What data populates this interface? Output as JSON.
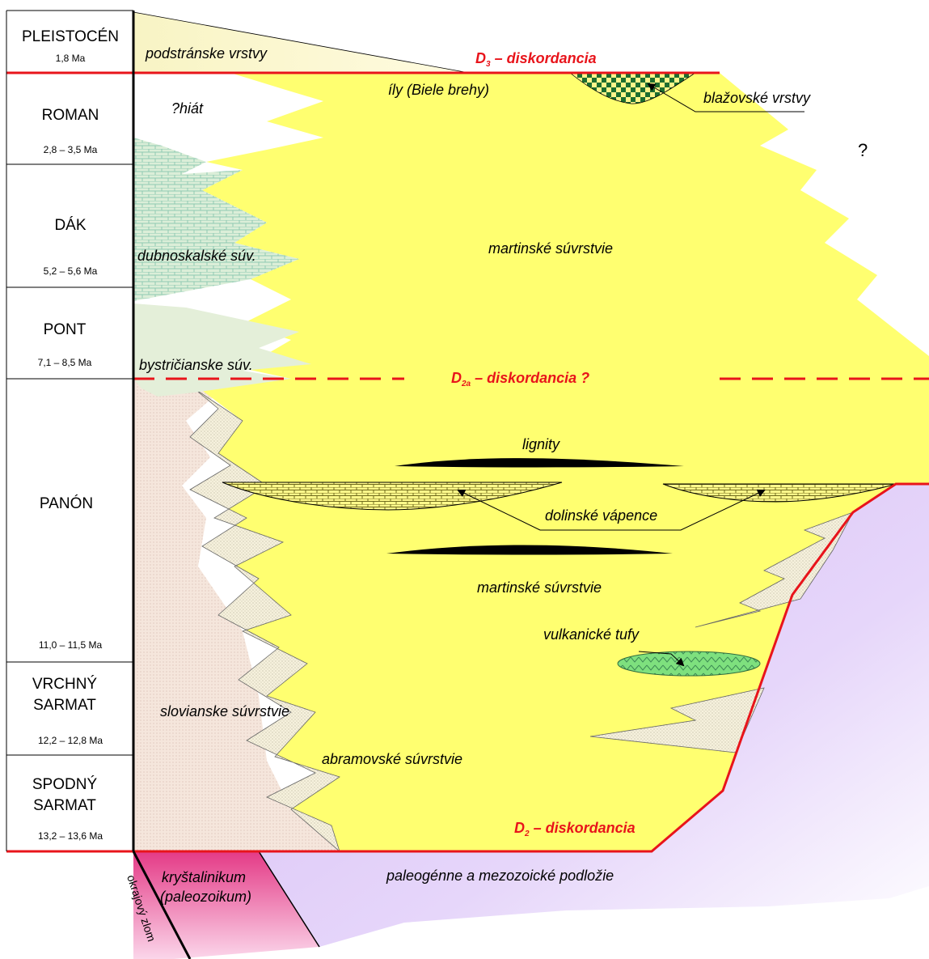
{
  "stages": [
    {
      "name": "PLEISTOCÉN",
      "range": "1,8 Ma"
    },
    {
      "name": "ROMAN",
      "range": "2,8 – 3,5 Ma"
    },
    {
      "name": "DÁK",
      "range": "5,2 – 5,6 Ma"
    },
    {
      "name": "PONT",
      "range": "7,1 – 8,5 Ma"
    },
    {
      "name": "PANÓN",
      "range": "11,0 – 11,5 Ma"
    },
    {
      "name_line1": "VRCHNÝ",
      "name_line2": "SARMAT",
      "range": "12,2 – 12,8 Ma"
    },
    {
      "name_line1": "SPODNÝ",
      "name_line2": "SARMAT",
      "range": "13,2 – 13,6 Ma"
    }
  ],
  "units": {
    "podstranske": "podstránske vrstvy",
    "ily": "íly (Biele brehy)",
    "hiat": "?hiát",
    "blazovske": "blažovské vrstvy",
    "dubnoskalske": "dubnoskalské súv.",
    "martinske_upper": "martinské súvrstvie",
    "bystricianske": "bystričianske súv.",
    "lignity": "lignity",
    "dolinske": "dolinské vápence",
    "martinske_lower": "martinské súvrstvie",
    "vulkanicke": "vulkanické tufy",
    "slovianske": "slovianske súvrstvie",
    "abramovske": "abramovské súvrstvie",
    "krystalinikum_1": "kryštalinikum",
    "krystalinikum_2": "(paleozoikum)",
    "podlozie": "paleogénne a mezozoické podložie",
    "okrajovy_zlom": "okrajový zlom",
    "question": "?"
  },
  "discordances": {
    "d3_letter": "D",
    "d3_sub": "3",
    "d3_text": " – diskordancia",
    "d2a_letter": "D",
    "d2a_sub": "2a",
    "d2a_text": " – diskordancia  ?",
    "d2_letter": "D",
    "d2_sub": "2",
    "d2_text": " – diskordancia"
  },
  "colors": {
    "yellow_fill": "#ffff70",
    "discordance_red": "#e8141b",
    "basement_violet": "#d9c3f2",
    "crystalline_pink": "#e8478f",
    "limestone_green": "#bdf2de"
  }
}
